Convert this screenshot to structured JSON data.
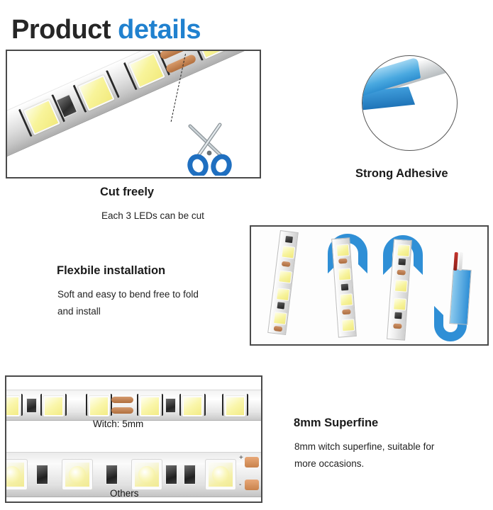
{
  "header": {
    "title_part1": "Product",
    "title_part2": "details"
  },
  "colors": {
    "accent_blue": "#2081cf",
    "title_dark": "#262626",
    "frame_border": "#4a4a4a",
    "adhesive_blue": "#2f8fd6",
    "led_yellow": "#f2ea7d",
    "copper_pad": "#b4713f",
    "wire_red": "#c4342c"
  },
  "features": {
    "cut_freely": {
      "heading": "Cut freely",
      "subtitle": "Each 3 LEDs can be cut",
      "image_alt": "led-strip-with-scissors-photo"
    },
    "strong_adhesive": {
      "heading": "Strong Adhesive",
      "image_alt": "adhesive-backing-closeup-photo"
    },
    "flexible_installation": {
      "heading": "Flexbile installation",
      "subtitle_line1": "Soft and easy to bend free to fold",
      "subtitle_line2": "and install",
      "image_alt": "bent-led-strip-photo"
    },
    "superfine": {
      "heading_lead": "8",
      "heading_rest": "mm Superfine",
      "subtitle_line1_lead": "8",
      "subtitle_line1_rest": "mm witch superfine, suitable for",
      "subtitle_line2": "more occasions.",
      "image_alt": "width-comparison-photo"
    }
  },
  "comparison": {
    "top_label": "Witch: 5mm",
    "bottom_label": "Others",
    "polarity_plus": "+",
    "polarity_minus": "-"
  }
}
